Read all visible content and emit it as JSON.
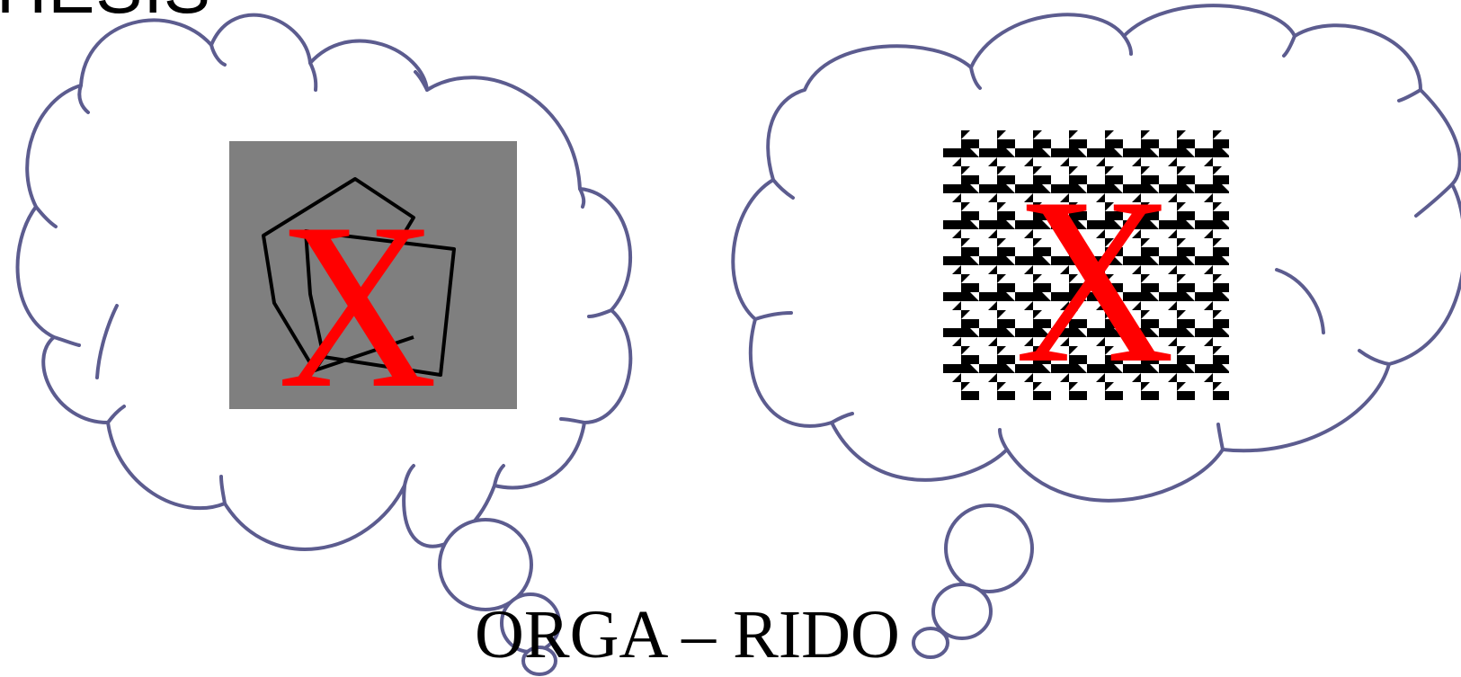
{
  "slide": {
    "partial_title": "HESIS",
    "caption": "ORGA – RIDO",
    "left_bubble": {
      "image_description": "",
      "cross_mark": "X"
    },
    "right_bubble": {
      "cross_mark": "X"
    }
  },
  "colors": {
    "cloud_outline": "#5c5c8f",
    "cross_mark": "#ff0000",
    "left_panel_fill": "#7f7f7f",
    "houndstooth_dark": "#000000",
    "houndstooth_light": "#ffffff"
  },
  "icons": [
    "thought-bubble-icon",
    "pentagon-sketch-icon",
    "houndstooth-pattern-icon",
    "cross-mark-icon"
  ]
}
